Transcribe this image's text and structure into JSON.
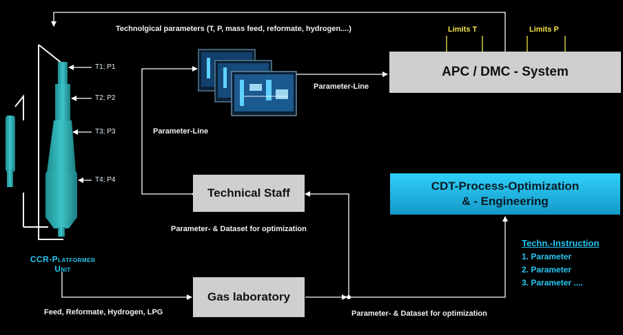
{
  "top_label": "Technolgical parameters (T, P, mass feed, reformate, hydrogen....)",
  "limits_t": "Limits T",
  "limits_p": "Limits P",
  "apc_box": "APC / DMC - System",
  "param_line_right": "Parameter-Line",
  "param_line_left": "Parameter-Line",
  "technical_staff": "Technical Staff",
  "cdt_line1": "CDT-Process-Optimization",
  "cdt_line2": "& - Engineering",
  "dataset_mid": "Parameter- &  Dataset for optimization",
  "gas_lab": "Gas laboratory",
  "dataset_bottom": "Parameter- & Dataset for optimization",
  "feed_label": "Feed, Reformate, Hydrogen, LPG",
  "unit_line1": "CCR-Platformer",
  "unit_line2": "Unit",
  "tp_labels": [
    "T1; P1",
    "T2; P2",
    "T3; P3",
    "T4; P4"
  ],
  "instruction_title": "Techn.-Instruction",
  "instructions": [
    "1. Parameter",
    "2. Parameter",
    "3. Parameter ...."
  ],
  "colors": {
    "cyan": "#25c8f5",
    "reactor": "#2bb3b8",
    "yellow": "#f5e34a",
    "grey_box": "#cfcfcf"
  }
}
